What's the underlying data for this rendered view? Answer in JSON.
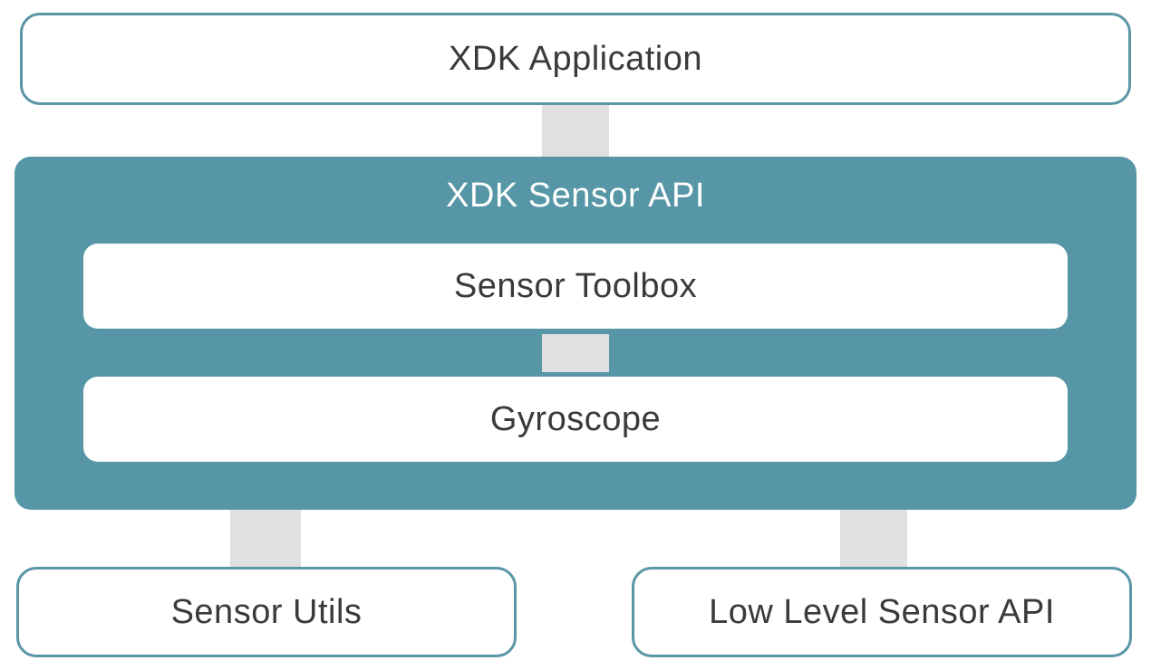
{
  "diagram": {
    "top_box": {
      "label": "XDK Application"
    },
    "api_container": {
      "title": "XDK Sensor API",
      "inner": [
        {
          "label": "Sensor Toolbox"
        },
        {
          "label": "Gyroscope"
        }
      ]
    },
    "bottom_boxes": [
      {
        "label": "Sensor Utils"
      },
      {
        "label": "Low Level Sensor API"
      }
    ]
  },
  "colors": {
    "container_fill": "#5696a6",
    "box_border": "#5a96a6",
    "connector": "#e0e0e0",
    "text": "#3a3a3a"
  }
}
